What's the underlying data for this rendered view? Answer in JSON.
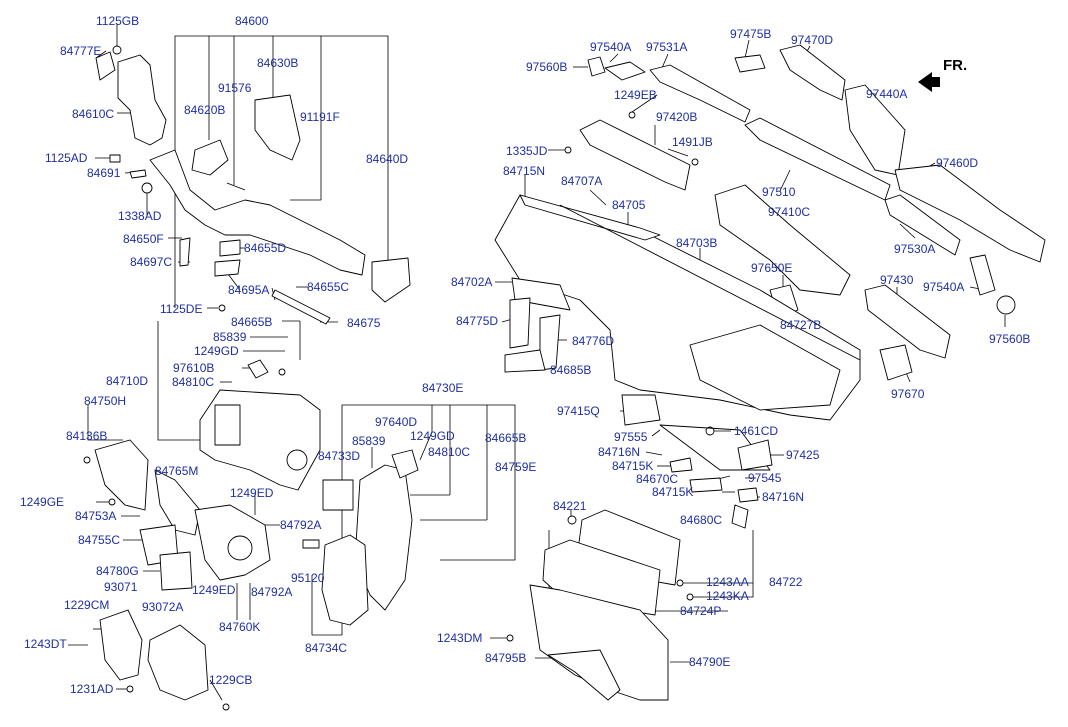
{
  "direction_marker": "FR.",
  "part_labels": {
    "p1125GB": "1125GB",
    "p84600": "84600",
    "p84777E": "84777E",
    "p84630B": "84630B",
    "p91576": "91576",
    "p84620B": "84620B",
    "p84610C": "84610C",
    "p91191F": "91191F",
    "p1125AD": "1125AD",
    "p84640D": "84640D",
    "p84691": "84691",
    "p1338AD": "1338AD",
    "p84650F": "84650F",
    "p84655D": "84655D",
    "p84697C": "84697C",
    "p84695A": "84695A",
    "p84655C": "84655C",
    "p1125DE": "1125DE",
    "p84665B_a": "84665B",
    "p84675": "84675",
    "p85839_a": "85839",
    "p1249GD_a": "1249GD",
    "p97610B": "97610B",
    "p84710D": "84710D",
    "p84810C_a": "84810C",
    "p84750H": "84750H",
    "p84136B": "84136B",
    "p84765M": "84765M",
    "p1249GE": "1249GE",
    "p1249ED_a": "1249ED",
    "p84753A": "84753A",
    "p84792A_a": "84792A",
    "p84755C": "84755C",
    "p84780G": "84780G",
    "p1249ED_b": "1249ED",
    "p84792A_b": "84792A",
    "p93071": "93071",
    "p84760K": "84760K",
    "p1229CM": "1229CM",
    "p93072A": "93072A",
    "p1243DT": "1243DT",
    "p1231AD": "1231AD",
    "p1229CB": "1229CB",
    "p84730E": "84730E",
    "p97640D": "97640D",
    "p85839_b": "85839",
    "p1249GD_b": "1249GD",
    "p84665B_b": "84665B",
    "p84733D": "84733D",
    "p84810C_b": "84810C",
    "p84759E": "84759E",
    "p95120": "95120",
    "p84734C": "84734C",
    "p97540A_a": "97540A",
    "p97531A": "97531A",
    "p97475B": "97475B",
    "p97470D": "97470D",
    "p97560B_a": "97560B",
    "p1249EB": "1249EB",
    "p97440A": "97440A",
    "p97420B": "97420B",
    "p1335JD": "1335JD",
    "p1491JB": "1491JB",
    "p97460D": "97460D",
    "p84715N": "84715N",
    "p84707A": "84707A",
    "p84705": "84705",
    "p97510": "97510",
    "p97410C": "97410C",
    "p84703B": "84703B",
    "p97530A": "97530A",
    "p97650E": "97650E",
    "p97430": "97430",
    "p84702A": "84702A",
    "p97540A_b": "97540A",
    "p84775D": "84775D",
    "p84727B": "84727B",
    "p84776D": "84776D",
    "p97560B_b": "97560B",
    "p84685B": "84685B",
    "p97670": "97670",
    "p97415Q": "97415Q",
    "p1461CD": "1461CD",
    "p97555": "97555",
    "p84716N_a": "84716N",
    "p97425": "97425",
    "p84715K_a": "84715K",
    "p84670C": "84670C",
    "p97545": "97545",
    "p84715K_b": "84715K",
    "p84716N_b": "84716N",
    "p84221": "84221",
    "p84680C": "84680C",
    "p1243AA": "1243AA",
    "p84722": "84722",
    "p1243KA": "1243KA",
    "p84724P": "84724P",
    "p1243DM": "1243DM",
    "p84795B": "84795B",
    "p84790E": "84790E"
  },
  "colors": {
    "label_text": "#1f2fa0",
    "line_art": "#000000",
    "background": "#ffffff"
  }
}
